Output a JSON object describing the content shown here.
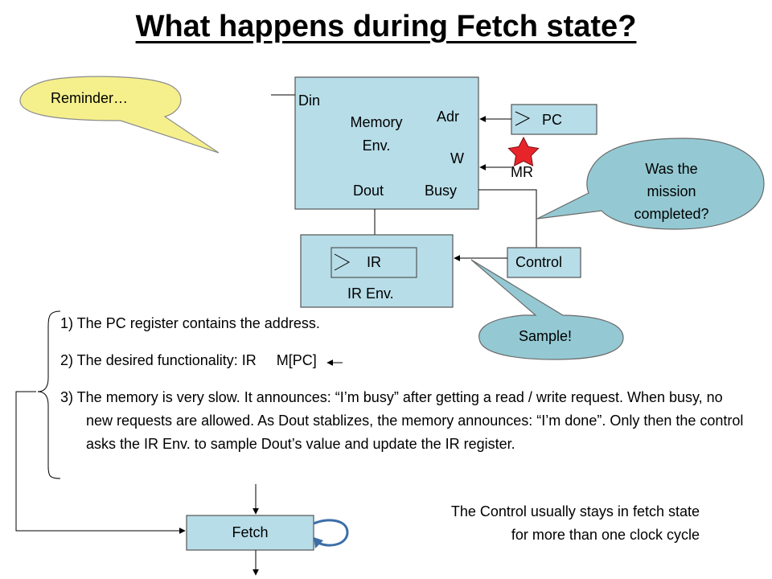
{
  "title": "What happens during Fetch state?",
  "callouts": {
    "reminder": "Reminder…",
    "mission": [
      "Was the",
      "mission",
      "completed?"
    ],
    "sample": "Sample!"
  },
  "memory": {
    "din": "Din",
    "name": [
      "Memory",
      "Env."
    ],
    "adr": "Adr",
    "w": "W",
    "dout": "Dout",
    "busy": "Busy"
  },
  "pc": "PC",
  "mr": "MR",
  "ir": "IR",
  "ir_env": "IR Env.",
  "control": "Control",
  "steps": {
    "s1": "1)  The PC register contains the address.",
    "s2_prefix": "2)  The desired functionality: IR",
    "s2_suffix": "M[PC]",
    "s3": "3)  The memory is very slow. It announces: “I’m busy” after getting a read / write request. When busy, no new requests are allowed. As Dout stablizes, the memory announces: “I’m done”. Only then the control asks the IR Env. to sample Dout’s value and update the IR register."
  },
  "fetch": "Fetch",
  "note": [
    "The Control usually stays in fetch state",
    "for more than one clock cycle"
  ],
  "colors": {
    "box_fill": "#b7dde8",
    "callout_reminder": "#f5f08c",
    "callout_blue": "#94c9d3",
    "star": "#e8242b"
  }
}
